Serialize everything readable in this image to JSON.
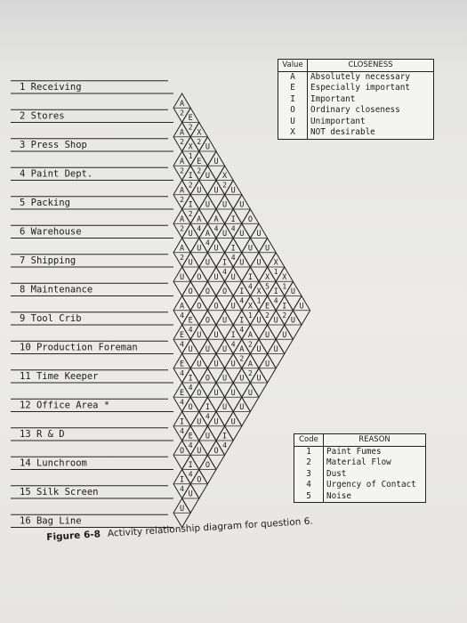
{
  "departments": [
    "1 Receiving",
    "2 Stores",
    "3 Press Shop",
    "4 Paint Dept.",
    "5 Packing",
    "6 Warehouse",
    "7 Shipping",
    "8 Maintenance",
    "9 Tool Crib",
    "10 Production Foreman",
    "11 Time Keeper",
    "12 Office Area *",
    "13 R & D",
    "14 Lunchroom",
    "15 Silk Screen",
    "16 Bag Line"
  ],
  "closeness_legend": {
    "headers": [
      "Value",
      "CLOSENESS"
    ],
    "rows": [
      {
        "code": "A",
        "text": "Absolutely necessary"
      },
      {
        "code": "E",
        "text": "Especially important"
      },
      {
        "code": "I",
        "text": "Important"
      },
      {
        "code": "O",
        "text": "Ordinary closeness"
      },
      {
        "code": "U",
        "text": "Unimportant"
      },
      {
        "code": "X",
        "text": "NOT desirable"
      }
    ]
  },
  "reason_legend": {
    "headers": [
      "Code",
      "REASON"
    ],
    "rows": [
      {
        "code": "1",
        "text": "Paint Fumes"
      },
      {
        "code": "2",
        "text": "Material Flow"
      },
      {
        "code": "3",
        "text": "Dust"
      },
      {
        "code": "4",
        "text": "Urgency of Contact"
      },
      {
        "code": "5",
        "text": "Noise"
      }
    ]
  },
  "caption": {
    "figure_number": "Figure 6-8",
    "text": "Activity relationship diagram for question 6."
  },
  "matrix_rows": [
    "A2,E2,X2,U,U,X2,U,U,O,U,U,X1,X1,U,U",
    "A2,X1,E2,U,U,U,I4,U,U,U,X5,I4,I2,U",
    "A2,I2,U,U,A4,U,I4,U,I4,X1,E2,U,U",
    "A2,I2,A4,A4,U,I4,U,I4,X1,U,U,U",
    "A2,U,U,U,U,O,U,I4,A2,U,U",
    "A2,U,O,O,O,U,I4,A2,A2,U",
    "U,O,O,O,U,U,U,U,U",
    "A4,E4,U,U,U,U,U,U",
    "E4,U,U,O,U,U,U",
    "E4,I4,O,I4,U,I4",
    "E4,O,U,U,O",
    "I4,E4,U,O",
    "O,I4,O",
    "I4,U",
    "U"
  ]
}
